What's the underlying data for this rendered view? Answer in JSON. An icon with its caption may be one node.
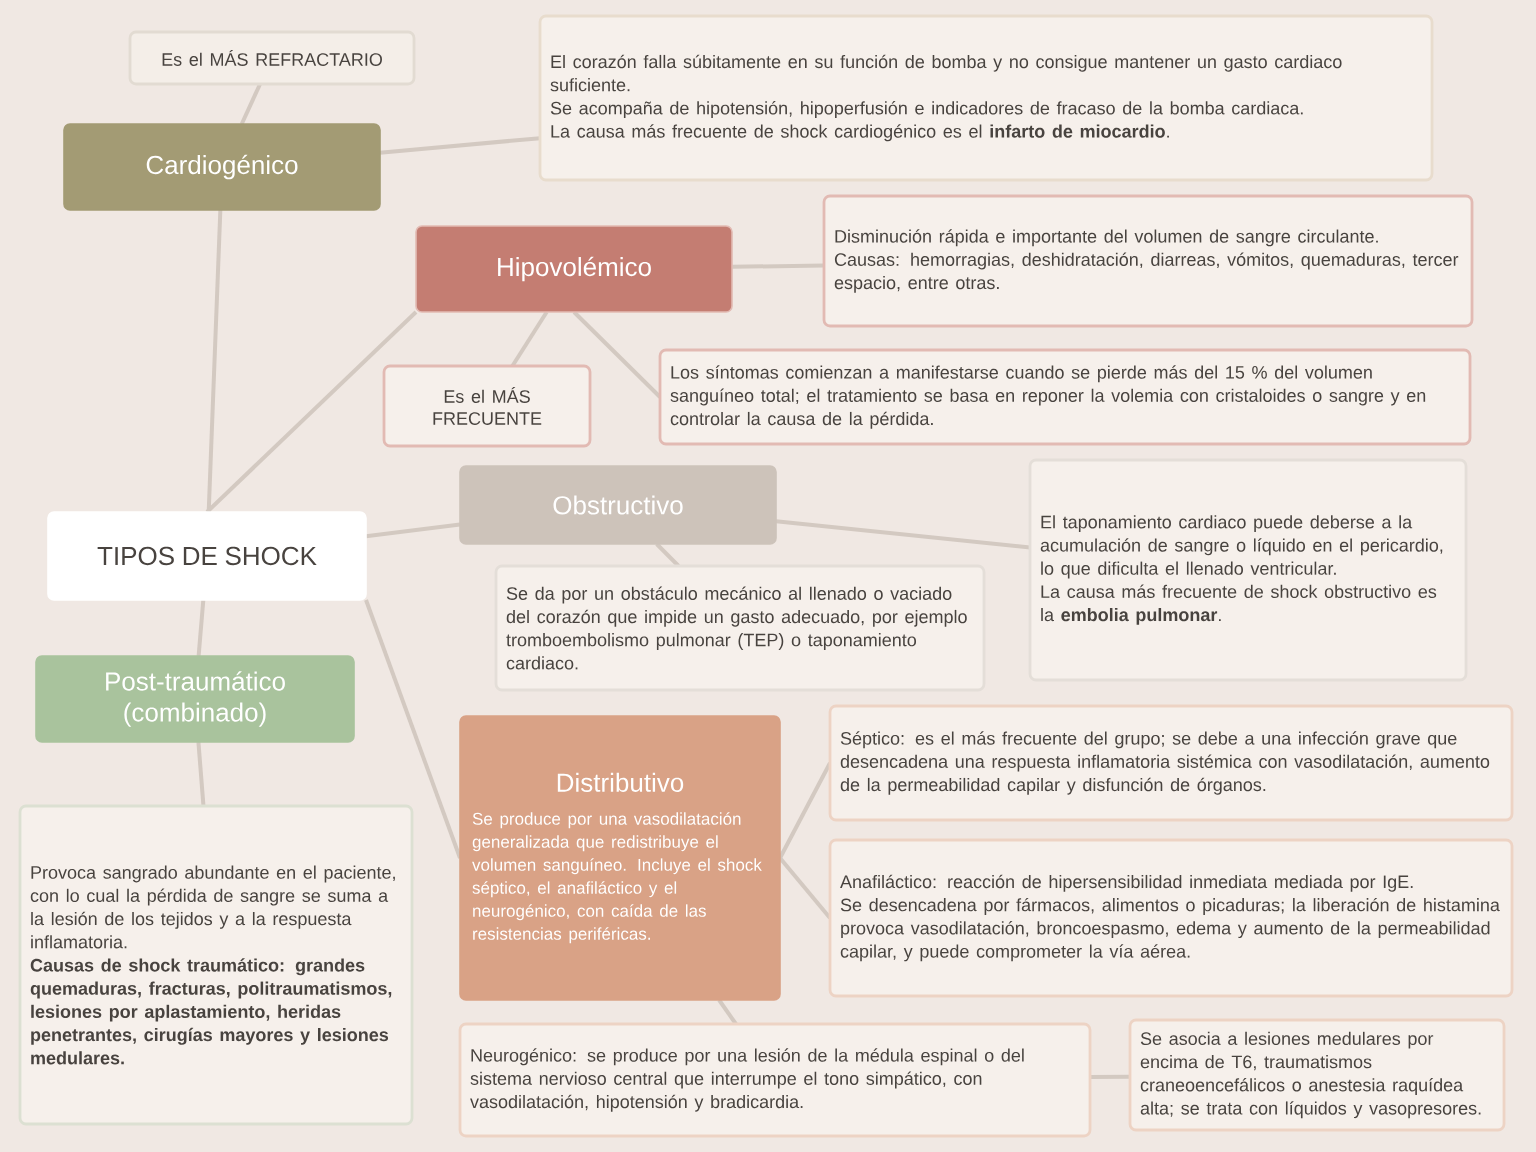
{
  "diagram": {
    "nodes": [
      {
        "text": [
          "Es el MÁS REFRACTARIO"
        ]
      },
      {
        "text": [
          "Cardiogénico"
        ]
      },
      {
        "text": [
          "El corazón falla súbitamente en su función de bomba y no consigue mantener un gasto cardiaco suficiente.",
          "Se acompaña de hipotensión, hipoperfusión e indicadores de fracaso de la bomba cardiaca.",
          "La causa más frecuente de shock cardiogénico es el **infarto de miocardio**."
        ]
      },
      {
        "text": [
          "Hipovolémico"
        ]
      },
      {
        "text": [
          "Disminución rápida e importante del volumen de sangre circulante.",
          "Causas: hemorragias, deshidratación, diarreas, vómitos, quemaduras, tercer espacio, entre otras."
        ]
      },
      {
        "text": [
          "Es el MÁS FRECUENTE"
        ]
      },
      {
        "text": [
          "Los síntomas comienzan a manifestarse cuando se pierde más del 15 % del volumen sanguíneo total; el tratamiento se basa en reponer la volemia con cristaloides o sangre y en controlar la causa de la pérdida."
        ]
      },
      {
        "text": [
          "TIPOS DE SHOCK"
        ]
      },
      {
        "text": [
          "Obstructivo"
        ]
      },
      {
        "text": [
          "Se da por un obstáculo mecánico al llenado o vaciado del corazón que impide un gasto adecuado, por ejemplo tromboembolismo pulmonar (TEP) o taponamiento cardiaco."
        ]
      },
      {
        "text": [
          "El taponamiento cardiaco puede deberse a la acumulación de sangre o líquido en el pericardio, lo que dificulta el llenado ventricular.",
          "La causa más frecuente de shock obstructivo es la **embolia pulmonar**."
        ]
      },
      {
        "text": [
          "Post-traumático (combinado)"
        ]
      },
      {
        "text": [
          "Provoca sangrado abundante en el paciente, con lo cual la pérdida de sangre se suma a la lesión de los tejidos y a la respuesta inflamatoria.",
          "Causas de shock traumático: grandes quemaduras, fracturas, politraumatismos, lesiones por aplastamiento, heridas penetrantes, cirugías mayores y lesiones medulares."
        ]
      },
      {
        "text": [
          "Distributivo",
          "Se produce por una vasodilatación generalizada que redistribuye el volumen sanguíneo. Incluye el shock séptico, el anafiláctico y el neurogénico, con caída de las resistencias periféricas."
        ]
      },
      {
        "text": [
          "Séptico: es el más frecuente del grupo; se debe a una infección grave que desencadena una respuesta inflamatoria sistémica con vasodilatación, aumento de la permeabilidad capilar y disfunción de órganos."
        ]
      },
      {
        "text": [
          "Anafiláctico: reacción de hipersensibilidad inmediata mediada por IgE.",
          "Se desencadena por fármacos, alimentos o picaduras; la liberación de histamina provoca vasodilatación, broncoespasmo, edema y aumento de la permeabilidad capilar, y puede comprometer la vía aérea."
        ]
      },
      {
        "text": [
          "Neurogénico: se produce por una lesión de la médula espinal o del sistema nervioso central que interrumpe el tono simpático, con vasodilatación, hipotensión y bradicardia."
        ]
      },
      {
        "text": [
          "Se asocia a lesiones medulares por encima de T6, traumatismos craneoencefálicos o anestesia raquídea alta; se trata con líquidos y vasopresores."
        ]
      }
    ],
    "edges": [
      {
        "from": 0,
        "to": 1,
        "arrow": "none"
      },
      {
        "from": 1,
        "to": 2,
        "arrow": "none"
      },
      {
        "from": 1,
        "to": 7,
        "arrow": "none"
      },
      {
        "from": 3,
        "to": 7,
        "arrow": "none"
      },
      {
        "from": 3,
        "to": 4,
        "arrow": "none"
      },
      {
        "from": 3,
        "to": 5,
        "arrow": "none"
      },
      {
        "from": 3,
        "to": 6,
        "arrow": "none"
      },
      {
        "from": 7,
        "to": 8,
        "arrow": "none"
      },
      {
        "from": 8,
        "to": 9,
        "arrow": "none"
      },
      {
        "from": 8,
        "to": 10,
        "arrow": "none"
      },
      {
        "from": 7,
        "to": 11,
        "arrow": "none"
      },
      {
        "from": 11,
        "to": 12,
        "arrow": "none"
      },
      {
        "from": 7,
        "to": 13,
        "arrow": "none"
      },
      {
        "from": 13,
        "to": 14,
        "arrow": "none"
      },
      {
        "from": 13,
        "to": 15,
        "arrow": "none"
      },
      {
        "from": 13,
        "to": 16,
        "arrow": "none"
      },
      {
        "from": 16,
        "to": 17,
        "arrow": "none"
      }
    ]
  }
}
